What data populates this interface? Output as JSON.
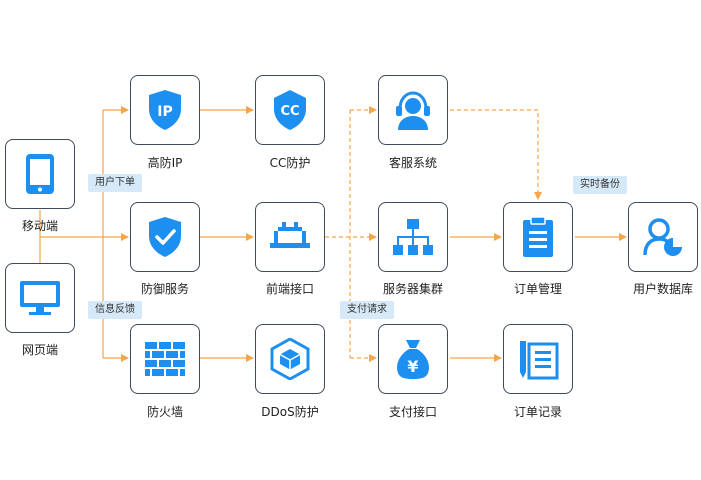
{
  "colors": {
    "accent": "#1d8ff0",
    "line": "#f5a54a",
    "border": "#3d4a5c",
    "tag_bg": "#d6e9f8"
  },
  "nodes": {
    "mobile": {
      "label": "移动端",
      "icon": "phone-icon"
    },
    "web": {
      "label": "网页端",
      "icon": "monitor-icon"
    },
    "hidden_ip": {
      "label": "高防IP",
      "icon": "shield-ip-icon",
      "icon_text": "IP"
    },
    "cc": {
      "label": "CC防护",
      "icon": "shield-cc-icon",
      "icon_text": "CC"
    },
    "defense": {
      "label": "防御服务",
      "icon": "shield-check-icon"
    },
    "frontend": {
      "label": "前端接口",
      "icon": "interface-icon"
    },
    "firewall": {
      "label": "防火墙",
      "icon": "brick-wall-icon"
    },
    "ddos": {
      "label": "DDoS防护",
      "icon": "cube-shield-icon"
    },
    "support": {
      "label": "客服系统",
      "icon": "headset-icon"
    },
    "cluster": {
      "label": "服务器集群",
      "icon": "network-tree-icon"
    },
    "payment": {
      "label": "支付接口",
      "icon": "money-bag-icon",
      "icon_text": "¥"
    },
    "order_mgmt": {
      "label": "订单管理",
      "icon": "clipboard-icon"
    },
    "order_log": {
      "label": "订单记录",
      "icon": "notebook-pen-icon"
    },
    "user_db": {
      "label": "用户数据库",
      "icon": "user-chart-icon"
    }
  },
  "tags": {
    "user_order": "用户下单",
    "feedback": "信息反馈",
    "pay_request": "支付请求",
    "backup": "实时备份"
  }
}
